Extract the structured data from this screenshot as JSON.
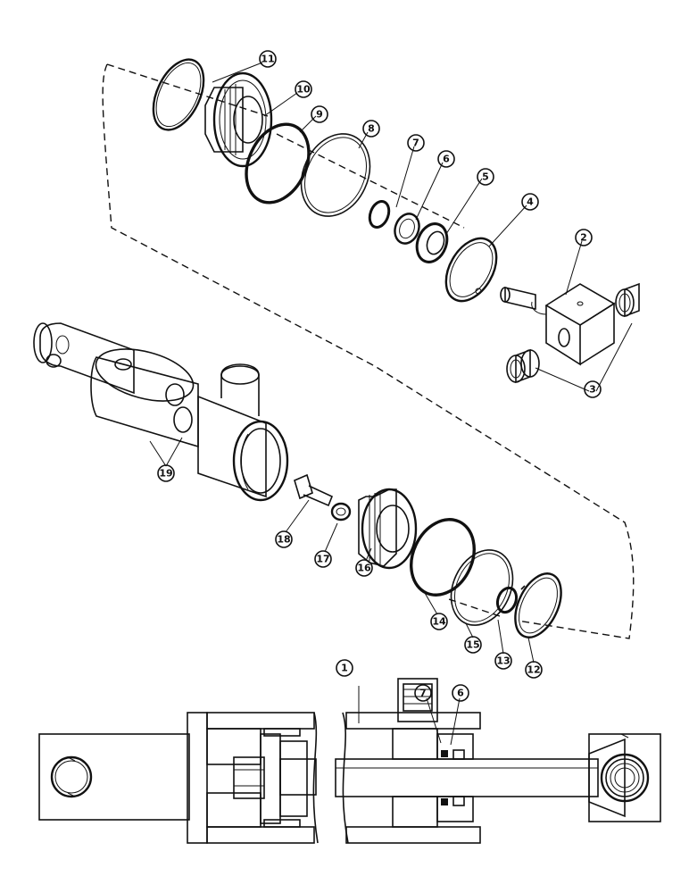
{
  "callouts": {
    "c1": "1",
    "c2": "2",
    "c3": "3",
    "c4": "4",
    "c5": "5",
    "c6": "6",
    "c7": "7",
    "c8": "8",
    "c9": "9",
    "c10": "10",
    "c11": "11",
    "c12": "12",
    "c13": "13",
    "c14": "14",
    "c15": "15",
    "c16": "16",
    "c17": "17",
    "c18": "18",
    "c19": "19",
    "s7": "7",
    "s6": "6"
  }
}
